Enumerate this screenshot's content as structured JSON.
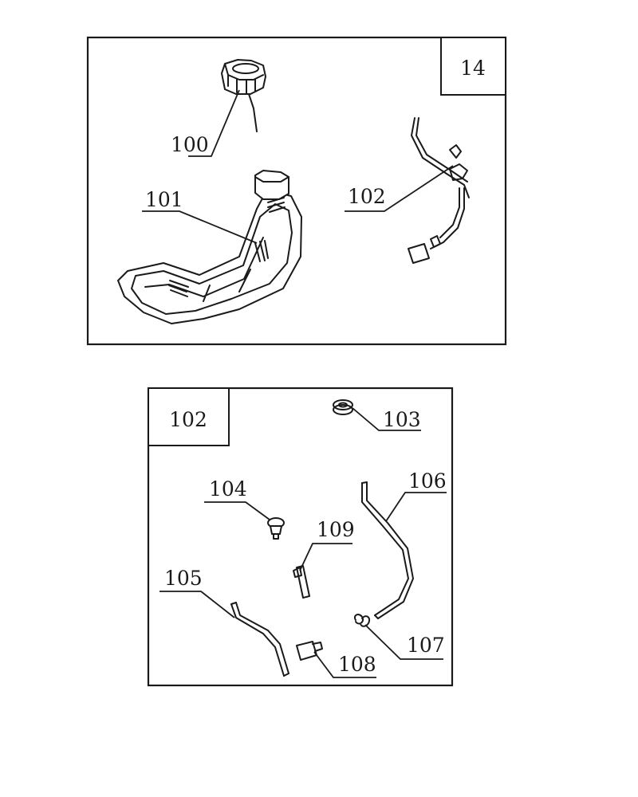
{
  "panel_top": {
    "tag": "14",
    "callouts": {
      "p100": "100",
      "p101": "101",
      "p102": "102"
    }
  },
  "panel_bottom": {
    "tag": "102",
    "callouts": {
      "p103": "103",
      "p104": "104",
      "p105": "105",
      "p106": "106",
      "p107": "107",
      "p108": "108",
      "p109": "109"
    }
  }
}
